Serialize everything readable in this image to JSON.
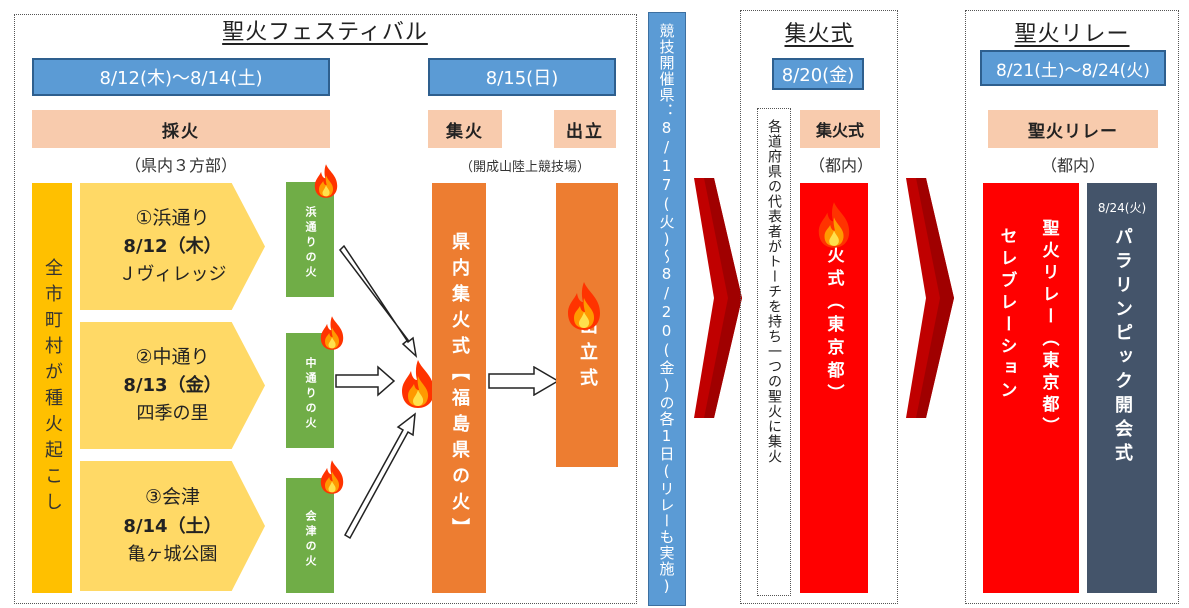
{
  "festival": {
    "title": "聖火フェスティバル",
    "date_range": "8/12(木)〜8/14(土)",
    "date_single": "8/15(日)",
    "saika": {
      "label": "採火",
      "note": "（県内３方部）"
    },
    "left_bar": "全市町村が種火起こし",
    "regions": [
      {
        "title": "①浜通り",
        "date": "8/12（木）",
        "place": "Ｊヴィレッジ",
        "flame_label": "浜通りの火"
      },
      {
        "title": "②中通り",
        "date": "8/13（金）",
        "place": "四季の里",
        "flame_label": "中通りの火"
      },
      {
        "title": "③会津",
        "date": "8/14（土）",
        "place": "亀ヶ城公園",
        "flame_label": "会津の火"
      }
    ],
    "shuka_label": "集火",
    "shutsuritsu_label": "出立",
    "venue_note": "（開成山陸上競技場）",
    "prefecture_ceremony": "県内集火式【福島県の火】",
    "departure_ceremony": "出立式"
  },
  "host_prefecture_note": "競技開催県：8/17(火)〜8/20(金)の各1日(リレーも実施)",
  "shukashiki": {
    "title": "集火式",
    "date": "8/20(金)",
    "description": "各道府県の代表者がトーチを持ち一つの聖火に集火",
    "label": "集火式",
    "note": "（都内）",
    "bar_text": "集火式（東京都）"
  },
  "relay": {
    "title": "聖火リレー",
    "date_range": "8/21(土)〜8/24(火)",
    "label": "聖火リレー",
    "note": "（都内）",
    "celebration": "セレブレーション",
    "relay_tokyo": "聖火リレー（東京都）",
    "paralympic_date": "8/24(火)",
    "paralympic": "パラリンピック開会式"
  },
  "colors": {
    "blue_header": "#5b9bd5",
    "peach_label": "#f8cbad",
    "yellow_bar": "#ffc000",
    "chevron": "#ffd966",
    "green_flame": "#70ad47",
    "orange_bar": "#ed7d31",
    "red_bar": "#ff0000",
    "navy_bar": "#44546a",
    "arrow_red": "#c00000"
  },
  "icons": [
    "flame-icon",
    "hollow-arrow-icon",
    "red-chevron-arrow-icon"
  ]
}
